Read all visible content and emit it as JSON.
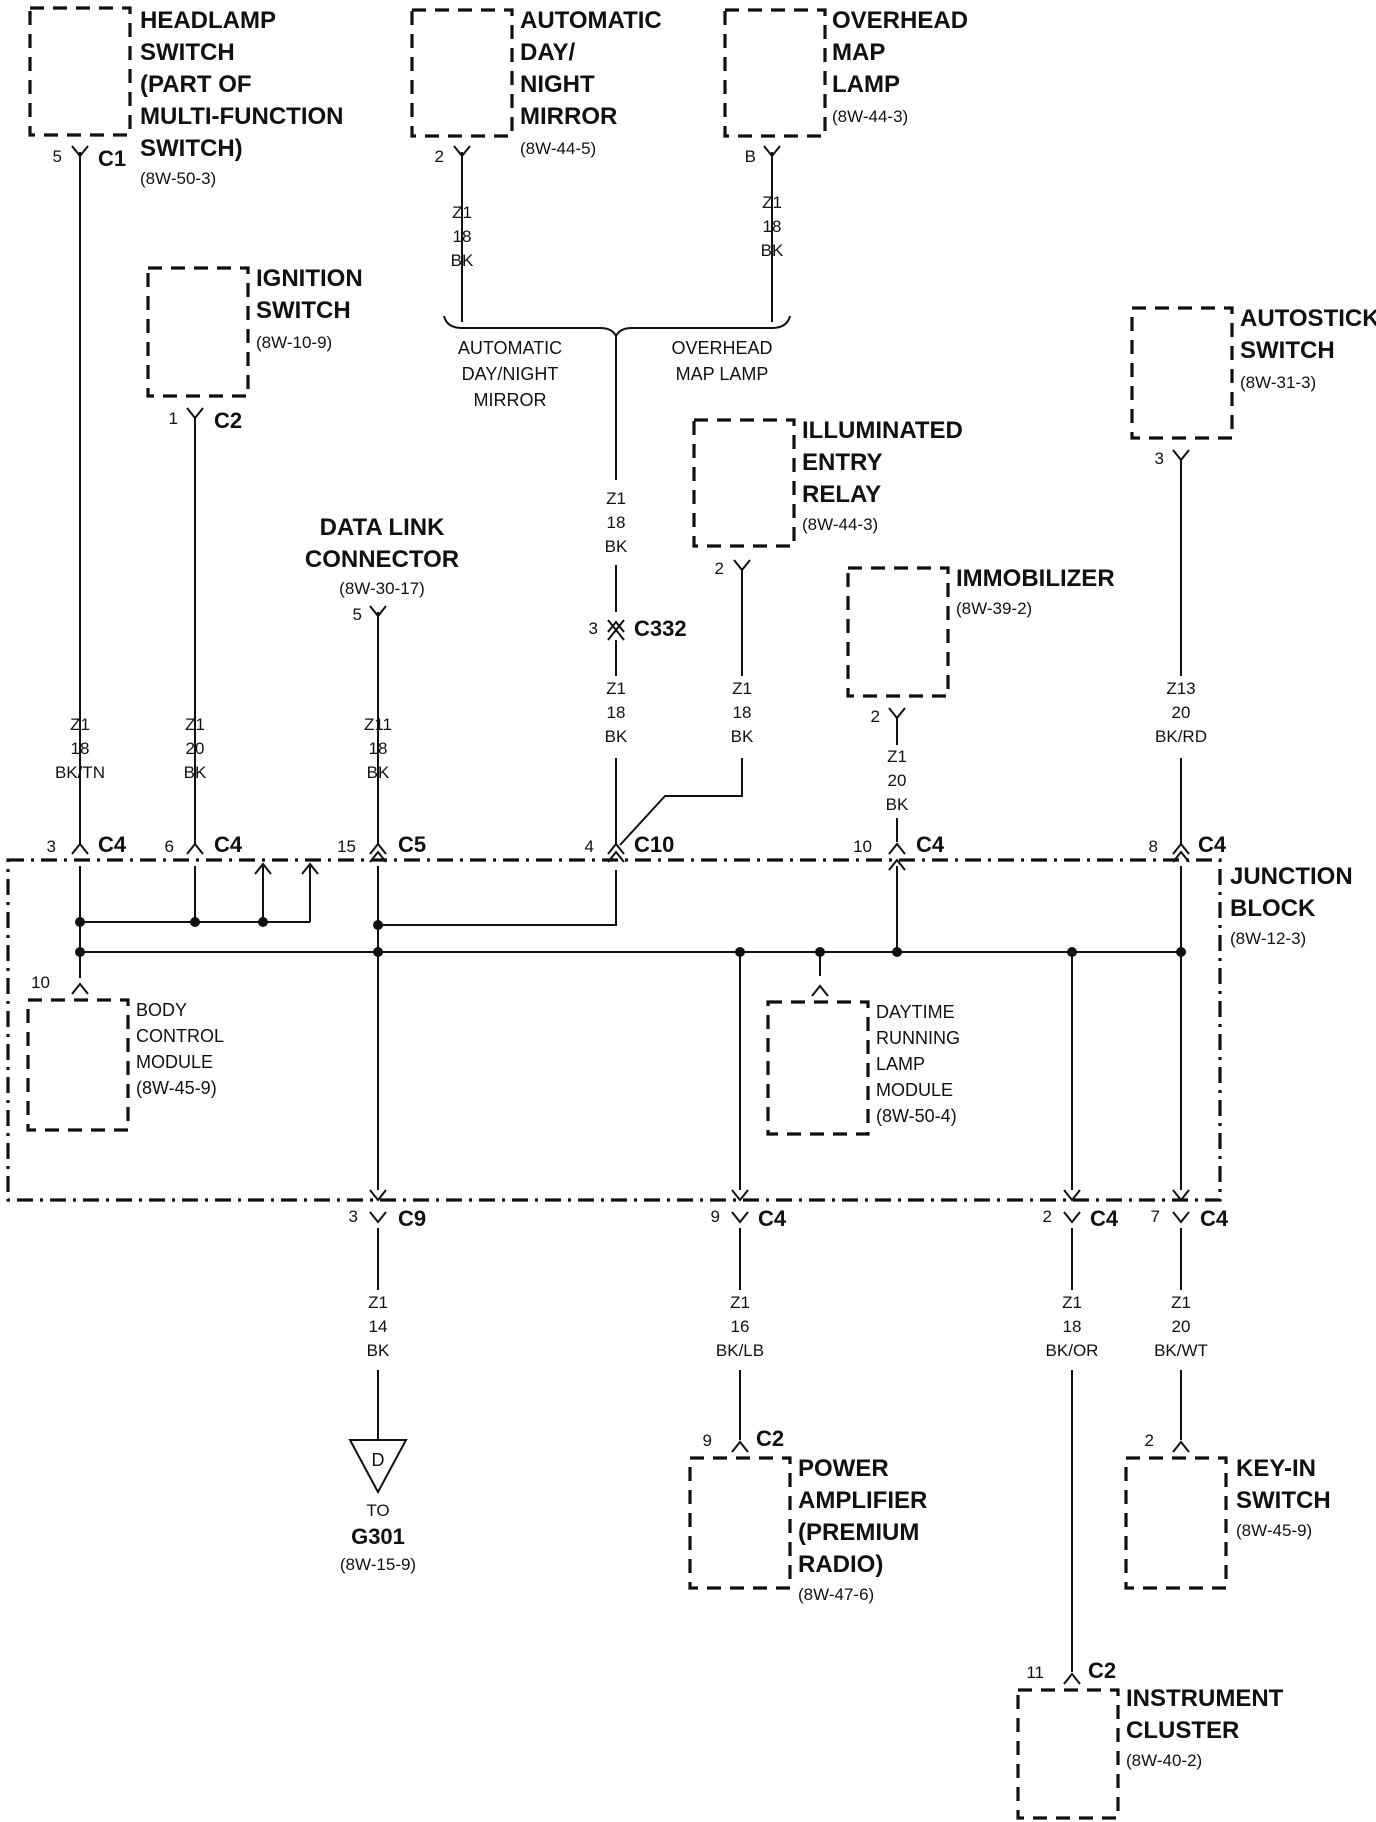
{
  "components": {
    "headlamp_switch": {
      "lines": [
        "HEADLAMP",
        "SWITCH",
        "(PART OF",
        "MULTI-FUNCTION",
        "SWITCH)"
      ],
      "ref": "(8W-50-3)"
    },
    "auto_mirror": {
      "lines": [
        "AUTOMATIC",
        "DAY/",
        "NIGHT",
        "MIRROR"
      ],
      "ref": "(8W-44-5)"
    },
    "overhead_map_lamp": {
      "lines": [
        "OVERHEAD",
        "MAP",
        "LAMP"
      ],
      "ref": "(8W-44-3)"
    },
    "ignition_switch": {
      "lines": [
        "IGNITION",
        "SWITCH"
      ],
      "ref": "(8W-10-9)"
    },
    "autostick_switch": {
      "lines": [
        "AUTOSTICK",
        "SWITCH"
      ],
      "ref": "(8W-31-3)"
    },
    "illuminated_entry_relay": {
      "lines": [
        "ILLUMINATED",
        "ENTRY",
        "RELAY"
      ],
      "ref": "(8W-44-3)"
    },
    "immobilizer": {
      "lines": [
        "IMMOBILIZER"
      ],
      "ref": "(8W-39-2)"
    },
    "data_link_connector": {
      "lines": [
        "DATA LINK",
        "CONNECTOR"
      ],
      "ref": "(8W-30-17)"
    },
    "junction_block": {
      "lines": [
        "JUNCTION",
        "BLOCK"
      ],
      "ref": "(8W-12-3)"
    },
    "body_control_module": {
      "lines": [
        "BODY",
        "CONTROL",
        "MODULE",
        "(8W-45-9)"
      ]
    },
    "drl_module": {
      "lines": [
        "DAYTIME",
        "RUNNING",
        "LAMP",
        "MODULE",
        "(8W-50-4)"
      ]
    },
    "power_amplifier": {
      "lines": [
        "POWER",
        "AMPLIFIER",
        "(PREMIUM",
        "RADIO)"
      ],
      "ref": "(8W-47-6)"
    },
    "key_in_switch": {
      "lines": [
        "KEY-IN",
        "SWITCH"
      ],
      "ref": "(8W-45-9)"
    },
    "instrument_cluster": {
      "lines": [
        "INSTRUMENT",
        "CLUSTER"
      ],
      "ref": "(8W-40-2)"
    }
  },
  "splice": {
    "left_label": [
      "AUTOMATIC",
      "DAY/NIGHT",
      "MIRROR"
    ],
    "right_label": [
      "OVERHEAD",
      "MAP LAMP"
    ]
  },
  "ground": {
    "symbol": "D",
    "to": "TO",
    "name": "G301",
    "ref": "(8W-15-9)"
  },
  "pins": {
    "headlamp": "5",
    "headlamp_conn": "C1",
    "mirror": "2",
    "maplamp": "B",
    "ignition": "1",
    "ignition_conn": "C2",
    "autostick": "3",
    "relay": "2",
    "immobilizer": "2",
    "dlc": "5",
    "c332_pin": "3",
    "c332": "C332",
    "jb_c4_a": "3",
    "jb_c4_a_conn": "C4",
    "jb_c4_b": "6",
    "jb_c4_b_conn": "C4",
    "jb_c5": "15",
    "jb_c5_conn": "C5",
    "jb_c10": "4",
    "jb_c10_conn": "C10",
    "jb_c4_c": "10",
    "jb_c4_c_conn": "C4",
    "jb_c4_d": "8",
    "jb_c4_d_conn": "C4",
    "bcm": "10",
    "jb_c9": "3",
    "jb_c9_conn": "C9",
    "jb_c4_e": "9",
    "jb_c4_e_conn": "C4",
    "jb_c4_f": "2",
    "jb_c4_f_conn": "C4",
    "jb_c4_g": "7",
    "jb_c4_g_conn": "C4",
    "amp": "9",
    "amp_conn": "C2",
    "keyin": "2",
    "cluster": "11",
    "cluster_conn": "C2"
  },
  "wires": {
    "mirror": [
      "Z1",
      "18",
      "BK"
    ],
    "maplamp": [
      "Z1",
      "18",
      "BK"
    ],
    "splice_out": [
      "Z1",
      "18",
      "BK"
    ],
    "c332_out": [
      "Z1",
      "18",
      "BK"
    ],
    "relay": [
      "Z1",
      "18",
      "BK"
    ],
    "headlamp": [
      "Z1",
      "18",
      "BK/TN"
    ],
    "ignition": [
      "Z1",
      "20",
      "BK"
    ],
    "dlc": [
      "Z11",
      "18",
      "BK"
    ],
    "immobilizer": [
      "Z1",
      "20",
      "BK"
    ],
    "autostick": [
      "Z13",
      "20",
      "BK/RD"
    ],
    "ground": [
      "Z1",
      "14",
      "BK"
    ],
    "amp": [
      "Z1",
      "16",
      "BK/LB"
    ],
    "cluster": [
      "Z1",
      "18",
      "BK/OR"
    ],
    "keyin": [
      "Z1",
      "20",
      "BK/WT"
    ]
  }
}
